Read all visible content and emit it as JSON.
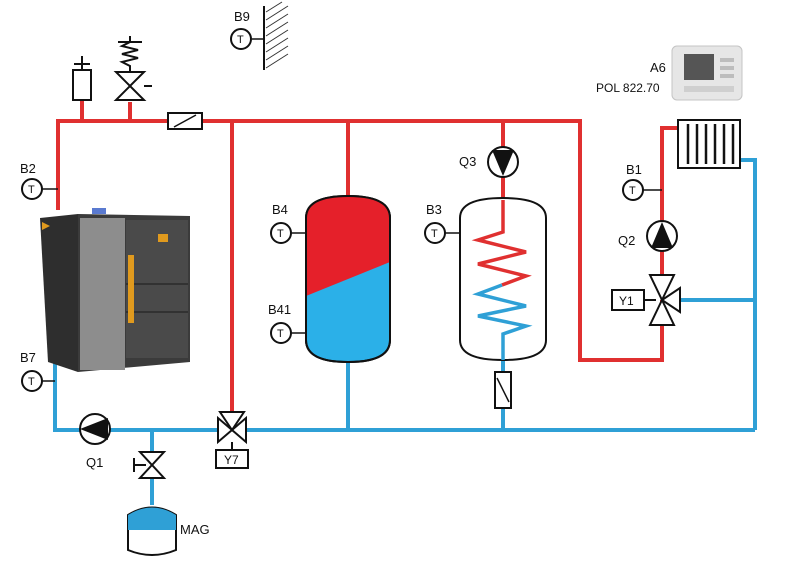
{
  "labels": {
    "b9": "B9",
    "b2": "B2",
    "b7": "B7",
    "b4": "B4",
    "b41": "B41",
    "b3": "B3",
    "b1": "B1",
    "q1": "Q1",
    "q2": "Q2",
    "q3": "Q3",
    "y1": "Y1",
    "y7": "Y7",
    "a6": "A6",
    "controller_model": "POL 822.70",
    "mag": "MAG",
    "sensor_letter": "T"
  },
  "colors": {
    "supply_pipe": "#e03030",
    "return_pipe": "#2fa0d6",
    "boiler_body": "#3a3a3a",
    "boiler_panel": "#8a8a8a",
    "boiler_accent": "#e09a1e",
    "controller_body": "#e6e6e6",
    "controller_screen": "#555555"
  },
  "icons": [
    "thermometer-sensor-icon",
    "pump-icon",
    "three-way-valve-icon",
    "two-way-valve-icon",
    "safety-valve-icon",
    "air-vent-icon",
    "radiator-icon",
    "check-valve-icon",
    "wall-icon"
  ]
}
